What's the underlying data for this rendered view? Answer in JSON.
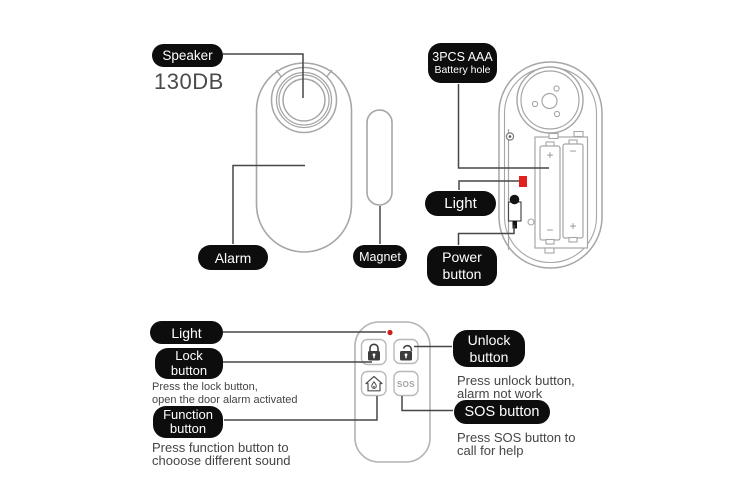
{
  "colors": {
    "label_bg": "#0d0d0d",
    "label_text": "#ffffff",
    "device_outline": "#a6a6a6",
    "remote_outline": "#b3b3b3",
    "connector_line": "#474747",
    "led_red": "#e0211f",
    "description_text": "#454545"
  },
  "front_view": {
    "speaker_label": "Speaker",
    "volume_text": "130DB",
    "alarm_label": "Alarm",
    "magnet_label": "Magnet"
  },
  "back_view": {
    "battery_label": {
      "line1": "3PCS AAA",
      "line2": "Battery hole"
    },
    "light_label": "Light",
    "power_label": {
      "line1": "Power",
      "line2": "button"
    },
    "battery_polarity": {
      "left_top": "+",
      "left_bottom": "−",
      "right_top": "−",
      "right_bottom": "+"
    }
  },
  "remote_section": {
    "light_label": "Light",
    "lock_label": {
      "line1": "Lock",
      "line2": "button"
    },
    "lock_description": {
      "line1": "Press the lock button,",
      "line2": "open the door alarm activated"
    },
    "function_label": {
      "line1": "Function",
      "line2": "button"
    },
    "function_description": {
      "line1": "Press function button to",
      "line2": "chooose different sound"
    },
    "unlock_label": {
      "line1": "Unlock",
      "line2": "button"
    },
    "unlock_description": {
      "line1": "Press unlock button,",
      "line2": "alarm not work"
    },
    "sos_label": "SOS button",
    "sos_description": {
      "line1": "Press SOS button to",
      "line2": "call for help"
    },
    "sos_key_text": "SOS"
  }
}
